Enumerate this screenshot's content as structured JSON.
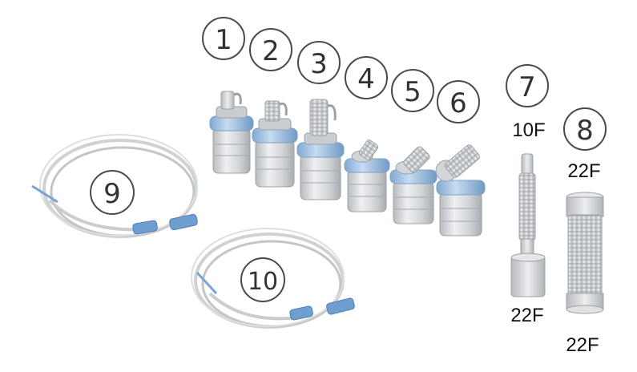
{
  "numbers": {
    "n1": "1",
    "n2": "2",
    "n3": "3",
    "n4": "4",
    "n5": "5",
    "n6": "6",
    "n7": "7",
    "n8": "8",
    "n9": "9",
    "n10": "10"
  },
  "sizes": {
    "item7_top": "10F",
    "item7_bottom": "22F",
    "item8_top": "22F",
    "item8_bottom": "22F"
  },
  "colors": {
    "cap_blue": "#9fc3e3",
    "jar_gray": "#c7cacd",
    "tube_gray": "#d8dadc",
    "connector_blue": "#6f9ed1"
  }
}
